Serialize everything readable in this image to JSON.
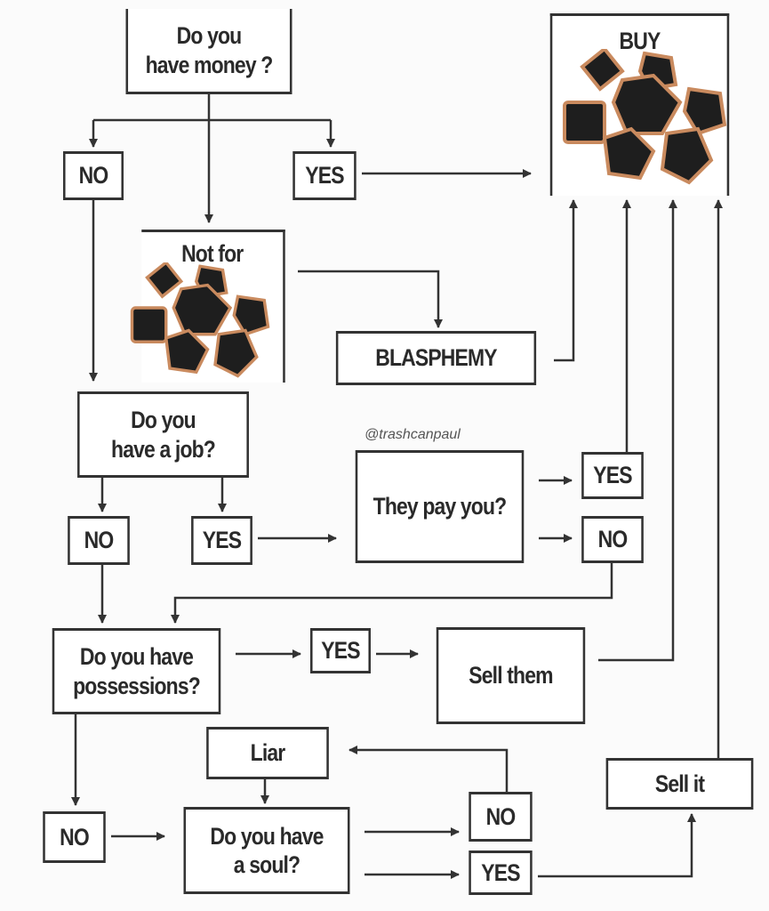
{
  "nodes": {
    "money": "Do you\nhave money ?",
    "buy": "BUY",
    "no1": "NO",
    "yes1": "YES",
    "not_for": "Not for",
    "blasphemy": "BLASPHEMY",
    "job": "Do you\nhave a job?",
    "pay": "They pay you?",
    "yes_pay": "YES",
    "no_pay": "NO",
    "no_job": "NO",
    "yes_job": "YES",
    "possessions": "Do you have\npossessions?",
    "yes_poss": "YES",
    "sell_them": "Sell them",
    "liar": "Liar",
    "sell_it": "Sell it",
    "no_poss": "NO",
    "soul": "Do you have\na soul?",
    "no_soul": "NO",
    "yes_soul": "YES"
  },
  "credit": "@trashcanpaul",
  "colors": {
    "line": "#333333",
    "dice_metal": "#c98a5e",
    "dice_face": "#1e1e1e"
  }
}
